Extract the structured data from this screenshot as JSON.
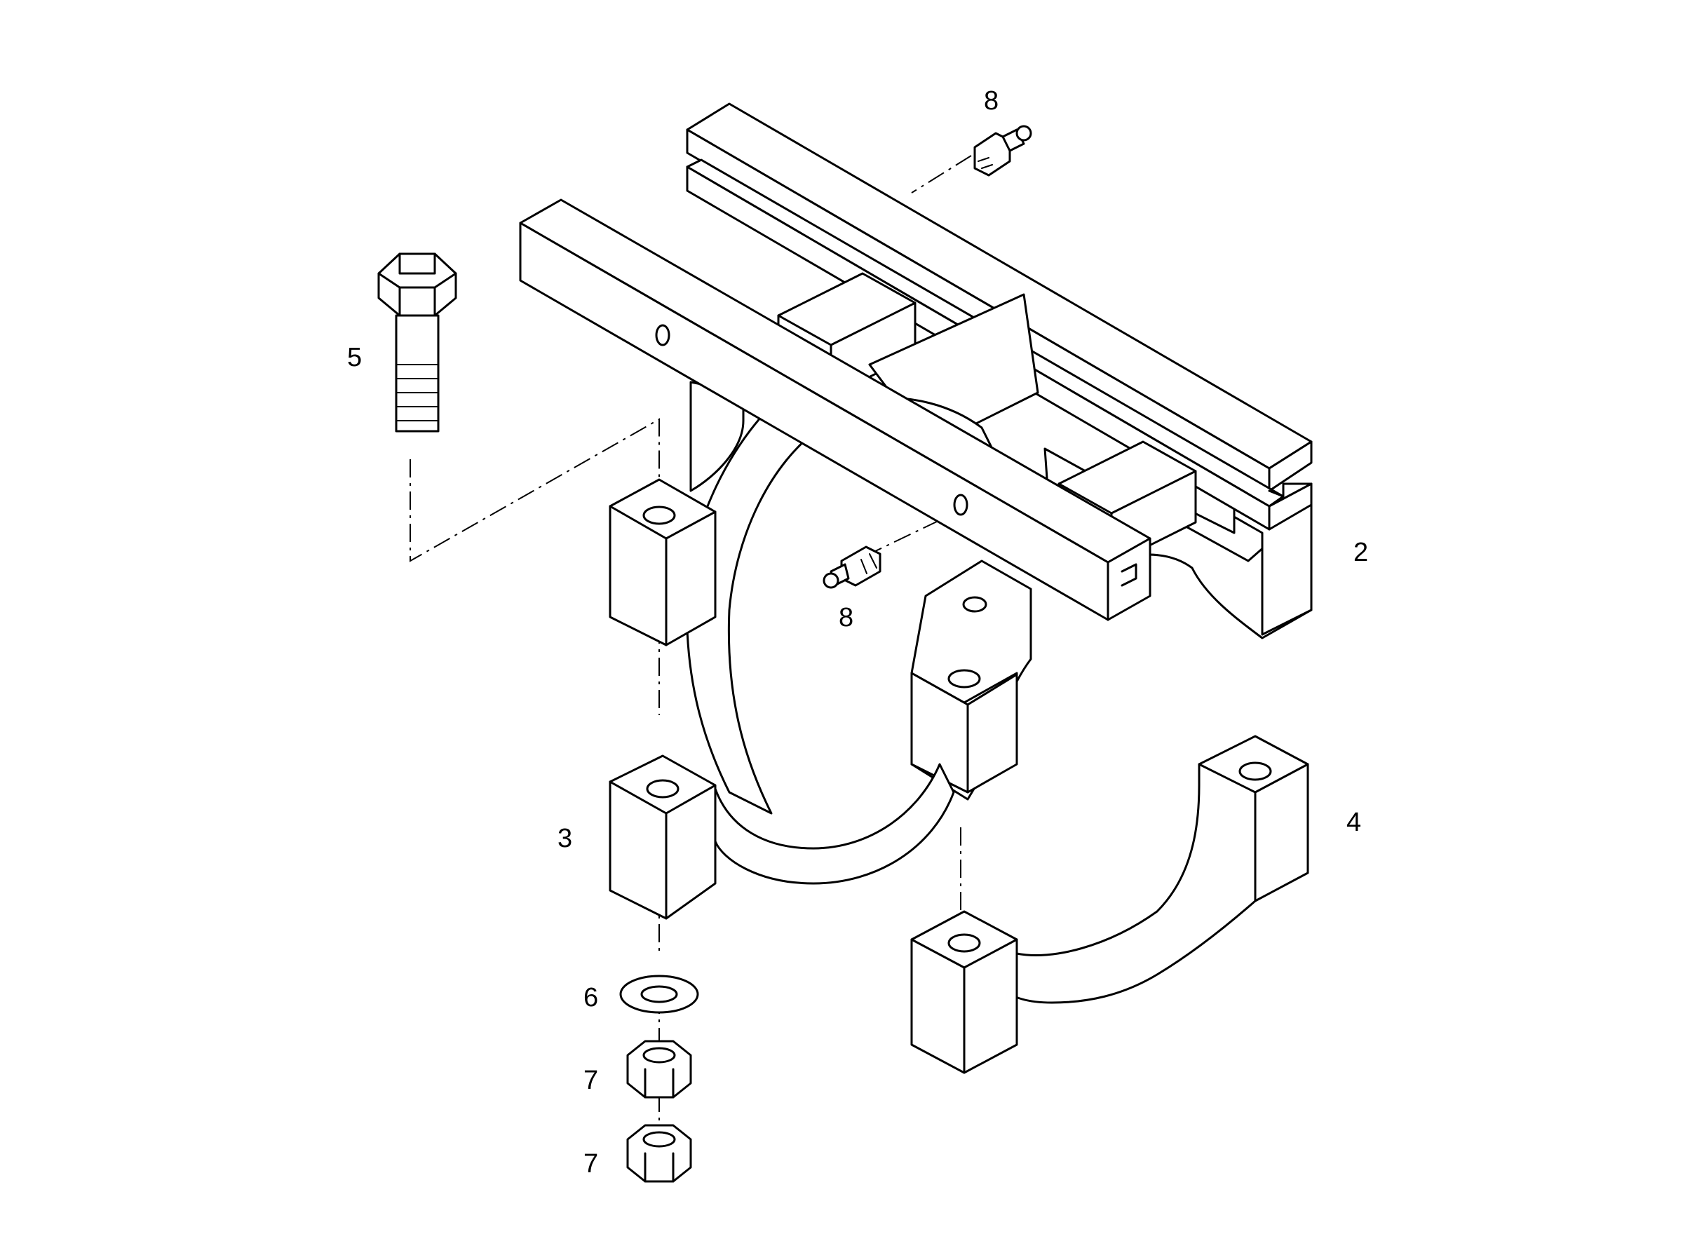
{
  "callouts": {
    "part_2": "2",
    "part_3": "3",
    "part_4": "4",
    "part_5": "5",
    "part_6": "6",
    "part_7a": "7",
    "part_7b": "7",
    "part_8a": "8",
    "part_8b": "8"
  }
}
